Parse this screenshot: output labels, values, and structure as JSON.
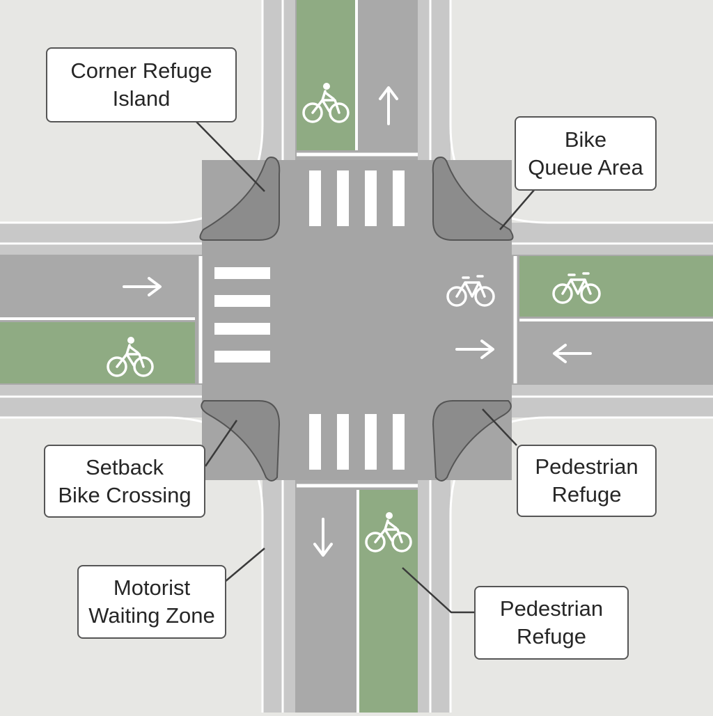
{
  "colors": {
    "background": "#e7e7e4",
    "sidewalk": "#c8c8c8",
    "curb": "#ececea",
    "road": "#a9a9a9",
    "bike_lane": "#8fab83",
    "island": "#8c8c8c",
    "marking": "#ffffff",
    "leader": "#3a3a3a"
  },
  "icons": {
    "bicycle": "bicycle-icon",
    "cyclist": "cyclist-icon",
    "arrow": "arrow-icon"
  },
  "callouts": {
    "corner_refuge_island": {
      "line1": "Corner Refuge",
      "line2": "Island"
    },
    "bike_queue_area": {
      "line1": "Bike",
      "line2": "Queue Area"
    },
    "setback_bike_crossing": {
      "line1": "Setback",
      "line2": "Bike Crossing"
    },
    "pedestrian_refuge_right": {
      "line1": "Pedestrian",
      "line2": "Refuge"
    },
    "motorist_waiting_zone": {
      "line1": "Motorist",
      "line2": "Waiting Zone"
    },
    "pedestrian_refuge_bottom": {
      "line1": "Pedestrian",
      "line2": "Refuge"
    }
  }
}
